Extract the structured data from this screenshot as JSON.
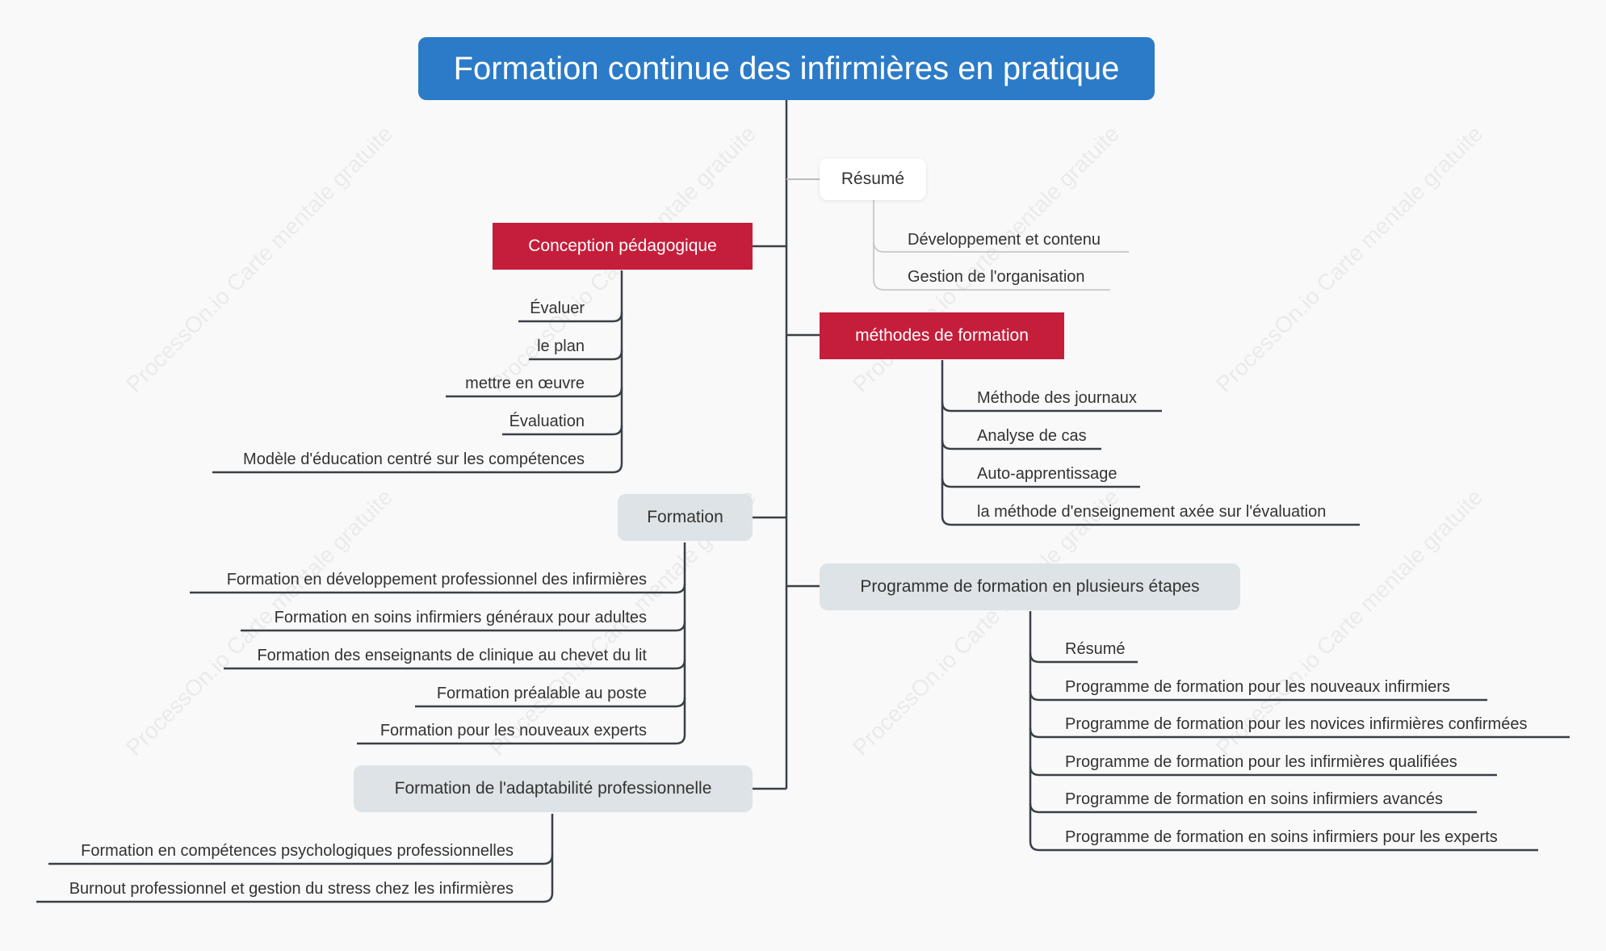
{
  "watermark": "ProcessOn.io Carte mentale gratuite",
  "title": "Formation continue des infirmières en pratique",
  "colors": {
    "root": "#2b7bc8",
    "accent_red": "#c41e3a",
    "line": "#3a4048",
    "grey_node": "#dde3e6"
  },
  "branches": {
    "resume": {
      "label": "Résumé",
      "children": [
        "Développement et contenu",
        "Gestion de l'organisation"
      ]
    },
    "conception": {
      "label": "Conception pédagogique",
      "children": [
        "Évaluer",
        "le plan",
        "mettre en œuvre",
        "Évaluation",
        "Modèle d'éducation centré sur les compétences"
      ]
    },
    "methodes": {
      "label": "méthodes de formation",
      "children": [
        "Méthode des journaux",
        "Analyse de cas",
        "Auto-apprentissage",
        "la méthode d'enseignement axée sur l'évaluation"
      ]
    },
    "formation": {
      "label": "Formation",
      "children": [
        "Formation en développement professionnel des infirmières",
        "Formation en soins infirmiers généraux pour adultes",
        "Formation des enseignants de clinique au chevet du lit",
        "Formation préalable au poste",
        "Formation pour les nouveaux experts"
      ]
    },
    "programme": {
      "label": "Programme de formation en plusieurs étapes",
      "children": [
        "Résumé",
        "Programme de formation pour les nouveaux infirmiers",
        "Programme de formation pour les novices infirmières confirmées",
        "Programme de formation pour les infirmières qualifiées",
        "Programme de formation en soins infirmiers avancés",
        "Programme de formation en soins infirmiers pour les experts"
      ]
    },
    "adaptabilite": {
      "label": "Formation de l'adaptabilité professionnelle",
      "children": [
        "Formation en compétences psychologiques professionnelles",
        "Burnout professionnel et gestion du stress chez les infirmières"
      ]
    }
  }
}
